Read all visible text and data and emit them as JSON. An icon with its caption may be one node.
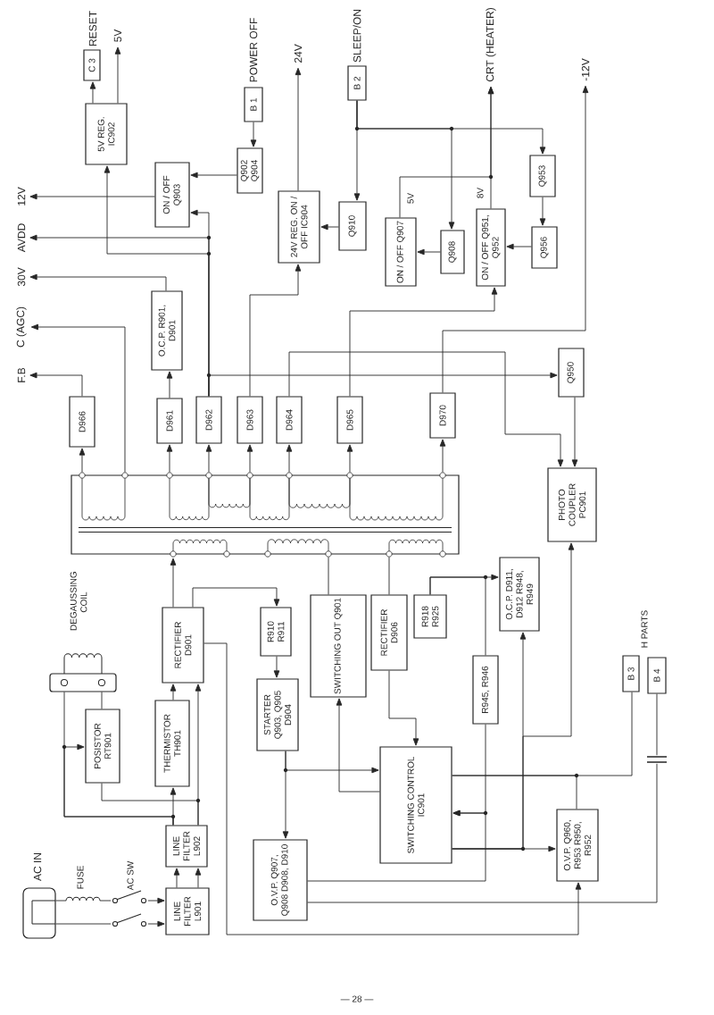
{
  "diagram": {
    "nodes": [
      {
        "text": [
          "C 3"
        ],
        "beside": [
          "RESET"
        ]
      },
      {
        "text": [
          "5V"
        ]
      },
      {
        "text": [
          "B 1"
        ],
        "beside": [
          "POWER OFF"
        ]
      },
      {
        "text": [
          "24V"
        ]
      },
      {
        "text": [
          "B 2"
        ],
        "beside": [
          "SLEEP/ON"
        ]
      },
      {
        "text": [
          "CRT (HEATER)"
        ]
      },
      {
        "text": [
          "-12V"
        ]
      },
      {
        "text": [
          "5V REG. IC902"
        ]
      },
      {
        "text": [
          "Q902 Q904"
        ]
      },
      {
        "text": [
          "ON / OFF Q903"
        ]
      },
      {
        "text": [
          "12V"
        ]
      },
      {
        "text": [
          "Q953"
        ]
      },
      {
        "text": [
          "24V REG. ON / OFF IC904"
        ]
      },
      {
        "text": [
          "Q910"
        ]
      },
      {
        "text": [
          "ON / OFF Q907"
        ]
      },
      {
        "text": [
          "Q908"
        ]
      },
      {
        "text": [
          "ON / OFF Q951, Q952"
        ]
      },
      {
        "text": [
          "Q956"
        ]
      },
      {
        "text": [
          "AVDD"
        ]
      },
      {
        "text": [
          "30V"
        ]
      },
      {
        "text": [
          "O.C.P. R901, D901"
        ]
      },
      {
        "text": [
          "C (AGC)"
        ]
      },
      {
        "text": [
          "F.B"
        ]
      },
      {
        "text": [
          "Q950"
        ]
      },
      {
        "text": [
          "D966"
        ]
      },
      {
        "text": [
          "D961"
        ]
      },
      {
        "text": [
          "D962"
        ]
      },
      {
        "text": [
          "D963"
        ]
      },
      {
        "text": [
          "D964"
        ]
      },
      {
        "text": [
          "D965"
        ]
      },
      {
        "text": [
          "D970"
        ]
      },
      {
        "text": [
          "PHOTO COUPLER PC901"
        ]
      },
      {
        "text": [],
        "shape": "box"
      },
      {
        "text": [
          "DEGAUSSING COIL"
        ]
      },
      {
        "text": [
          "POSISTOR RT901"
        ]
      },
      {
        "text": [
          "THERMISTOR TH901"
        ]
      },
      {
        "text": [
          "RECTIFIER D901"
        ]
      },
      {
        "text": [
          "R910 R911"
        ]
      },
      {
        "text": [
          "SWITCHING OUT Q901"
        ]
      },
      {
        "text": [
          "RECTIFIER D906"
        ]
      },
      {
        "text": [
          "R918 R925"
        ]
      },
      {
        "text": [
          "O.C.P. D911, D912 R948, R949"
        ]
      },
      {
        "text": [
          "R945, R946"
        ]
      },
      {
        "text": [
          "B 3"
        ]
      },
      {
        "text": [
          "B 4"
        ]
      },
      {
        "text": [
          "STARTER Q903, Q905 D904"
        ]
      },
      {
        "text": [
          "SWITCHING CONTROL IC901"
        ]
      },
      {
        "text": [
          "LINE FILTER L902"
        ]
      },
      {
        "text": [
          "O.V.P. Q907, Q908 D908, D910"
        ]
      },
      {
        "text": [
          "O.V.P. Q960, R953 R950, R952"
        ]
      },
      {
        "text": [],
        "shape": "picture",
        "beside": [
          "AC IN"
        ]
      },
      {
        "text": [
          "LINE FILTER L901"
        ]
      }
    ],
    "edges": [
      {
        "from": 7,
        "to": 0,
        "arrow": "to"
      },
      {
        "from": 7,
        "to": 1,
        "arrow": "to"
      },
      {
        "from": 2,
        "to": 8,
        "arrow": "to"
      },
      {
        "from": 8,
        "to": 9,
        "arrow": "to"
      },
      {
        "from": 9,
        "to": 10,
        "arrow": "to"
      },
      {
        "from": 12,
        "to": 3,
        "arrow": "to"
      },
      {
        "from": 4,
        "to": 13,
        "arrow": "to"
      },
      {
        "from": 13,
        "to": 12,
        "arrow": "to"
      },
      {
        "from": 4,
        "to": 15,
        "arrow": "to"
      },
      {
        "from": 4,
        "to": 11,
        "arrow": "to"
      },
      {
        "from": 15,
        "to": 14,
        "arrow": "to"
      },
      {
        "from": 11,
        "to": 17,
        "arrow": "to"
      },
      {
        "from": 17,
        "to": 16,
        "arrow": "to"
      },
      {
        "from": 14,
        "to": 5,
        "arrow": "to",
        "label": "5V"
      },
      {
        "from": 16,
        "to": 5,
        "arrow": "to",
        "label": "8V"
      },
      {
        "from": 30,
        "to": 6,
        "arrow": "to"
      },
      {
        "from": 26,
        "to": 9,
        "arrow": "to"
      },
      {
        "from": 26,
        "to": 7,
        "arrow": "to"
      },
      {
        "from": 26,
        "to": 18,
        "arrow": "to"
      },
      {
        "from": 25,
        "to": 20,
        "arrow": "to"
      },
      {
        "from": 20,
        "to": 19,
        "arrow": "to"
      },
      {
        "from": 27,
        "to": 12,
        "arrow": "to"
      },
      {
        "from": 29,
        "to": 16,
        "arrow": "to"
      },
      {
        "from": 32,
        "to": 21,
        "arrow": "to"
      },
      {
        "from": 24,
        "to": 22,
        "arrow": "to"
      },
      {
        "from": 26,
        "to": 23,
        "arrow": "to"
      },
      {
        "from": 23,
        "to": 31,
        "arrow": "to"
      },
      {
        "from": 28,
        "to": 31,
        "arrow": "to"
      },
      {
        "from": 32,
        "to": 24,
        "arrow": "to"
      },
      {
        "from": 32,
        "to": 25,
        "arrow": "to"
      },
      {
        "from": 32,
        "to": 26,
        "arrow": "to"
      },
      {
        "from": 32,
        "to": 27,
        "arrow": "to"
      },
      {
        "from": 32,
        "to": 28,
        "arrow": "to"
      },
      {
        "from": 32,
        "to": 29,
        "arrow": "to"
      },
      {
        "from": 32,
        "to": 30,
        "arrow": "to"
      },
      {
        "from": 36,
        "to": 32,
        "arrow": "to"
      },
      {
        "from": 36,
        "to": 37,
        "arrow": "to"
      },
      {
        "from": 37,
        "to": 45,
        "arrow": "to"
      },
      {
        "from": 32,
        "to": 38,
        "arrow": "none"
      },
      {
        "from": 32,
        "to": 39,
        "arrow": "none"
      },
      {
        "from": 39,
        "to": 46,
        "arrow": "to"
      },
      {
        "from": 40,
        "to": 41,
        "arrow": "to"
      },
      {
        "from": 40,
        "to": 42,
        "arrow": "none"
      },
      {
        "from": 42,
        "to": 46,
        "arrow": "to"
      },
      {
        "from": 46,
        "to": 49,
        "arrow": "to"
      },
      {
        "from": 46,
        "to": 41,
        "arrow": "to"
      },
      {
        "from": 46,
        "to": 31,
        "arrow": "to"
      },
      {
        "from": 43,
        "to": 46,
        "arrow": "none"
      },
      {
        "from": 49,
        "to": 46,
        "arrow": "none"
      },
      {
        "from": 45,
        "to": 46,
        "arrow": "to"
      },
      {
        "from": 45,
        "to": 48,
        "arrow": "to"
      },
      {
        "from": 48,
        "to": 46,
        "arrow": "to"
      },
      {
        "from": 46,
        "to": 38,
        "arrow": "to"
      },
      {
        "from": 36,
        "to": 49,
        "arrow": "to"
      },
      {
        "from": 44,
        "to": 48,
        "arrow": "none"
      },
      {
        "from": 47,
        "to": 35,
        "arrow": "to"
      },
      {
        "from": 47,
        "to": 34,
        "arrow": "to"
      },
      {
        "from": 47,
        "to": 33,
        "arrow": "none"
      },
      {
        "from": 47,
        "to": 36,
        "arrow": "to"
      },
      {
        "from": 34,
        "to": 47,
        "arrow": "none"
      },
      {
        "from": 34,
        "to": 33,
        "arrow": "none"
      },
      {
        "from": 35,
        "to": 36,
        "arrow": "to"
      },
      {
        "from": 51,
        "to": 47,
        "arrow": "to"
      },
      {
        "from": 51,
        "to": 47,
        "arrow": "to"
      },
      {
        "from": 50,
        "to": 51,
        "arrow": "to"
      },
      {
        "from": 50,
        "to": 51,
        "arrow": "to"
      }
    ],
    "labels": [
      "FUSE",
      "AC SW",
      "H PARTS",
      "— 28 —"
    ]
  }
}
